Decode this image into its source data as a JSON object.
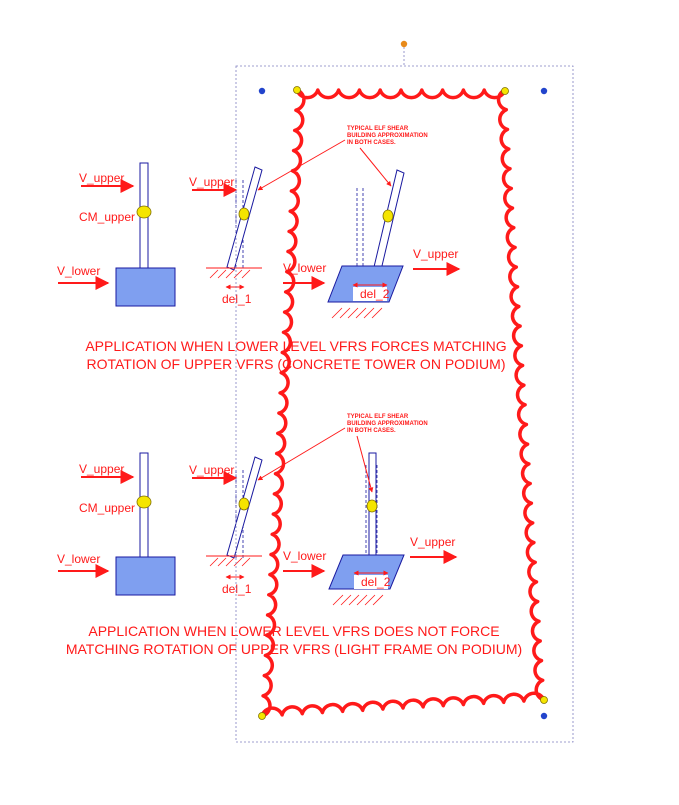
{
  "colors": {
    "red": "#ff1a1a",
    "blue_fill": "#7f9ff0",
    "outline_blue": "#1a1aa0",
    "yellow": "#f5e500",
    "handle_orange": "#e88a1a",
    "handle_blue": "#2244cc",
    "handle_yellow": "#f5e500"
  },
  "top": {
    "v_upper_1": "V_upper",
    "cm_upper": "CM_upper",
    "v_lower_1": "V_lower",
    "v_upper_2": "V_upper",
    "del_1": "del_1",
    "v_lower_3": "V_lower",
    "v_upper_3": "V_upper",
    "del_2": "del_2",
    "note_line1": "TYPICAL ELF SHEAR",
    "note_line2": "BUILDING APPROXIMATION",
    "note_line3": "IN BOTH CASES.",
    "caption_line1": "APPLICATION WHEN LOWER  LEVEL VFRS FORCES MATCHING",
    "caption_line2": "ROTATION OF UPPER  VFRS (CONCRETE TOWER ON PODIUM)"
  },
  "bottom": {
    "v_upper_1": "V_upper",
    "cm_upper": "CM_upper",
    "v_lower_1": "V_lower",
    "v_upper_2": "V_upper",
    "del_1": "del_1",
    "v_lower_3": "V_lower",
    "v_upper_3": "V_upper",
    "del_2": "del_2",
    "note_line1": "TYPICAL ELF SHEAR",
    "note_line2": "BUILDING APPROXIMATION",
    "note_line3": "IN BOTH CASES.",
    "caption_line1": "APPLICATION WHEN LOWER  LEVEL VFRS DOES NOT FORCE",
    "caption_line2": "MATCHING ROTATION OF UPPER  VFRS (LIGHT FRAME ON PODIUM)"
  }
}
